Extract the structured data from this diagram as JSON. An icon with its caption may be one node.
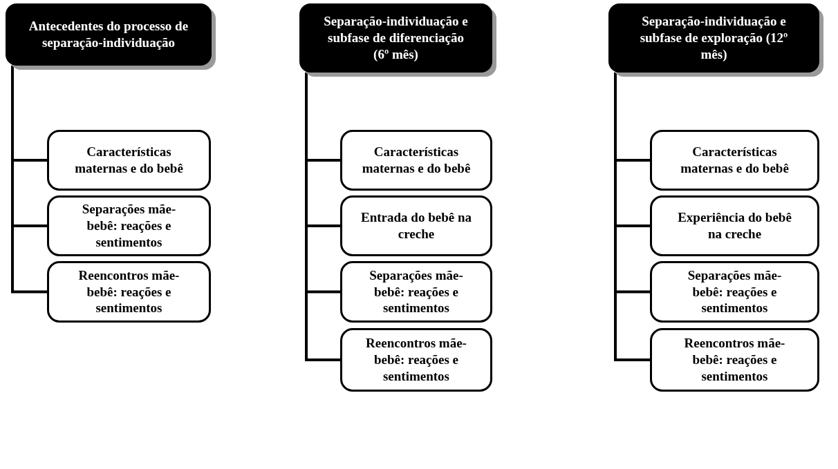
{
  "diagram": {
    "nodes": [
      {
        "text": [
          "Antecedentes do processo de separação-individuação"
        ]
      },
      {
        "text": [
          "Características maternas e do bebê"
        ]
      },
      {
        "text": [
          "Separações mãe-bebê: reações e sentimentos"
        ]
      },
      {
        "text": [
          "Reencontros mãe-bebê: reações e sentimentos"
        ]
      },
      {
        "text": [
          "Separação-individuação e subfase de diferenciação (6º mês)"
        ]
      },
      {
        "text": [
          "Características maternas e do bebê"
        ]
      },
      {
        "text": [
          "Entrada do bebê na creche"
        ]
      },
      {
        "text": [
          "Separações mãe-bebê: reações e sentimentos"
        ]
      },
      {
        "text": [
          "Reencontros mãe-bebê: reações e sentimentos"
        ]
      },
      {
        "text": [
          "Separação-individuação e subfase de exploração (12º mês)"
        ]
      },
      {
        "text": [
          "Características maternas e do bebê"
        ]
      },
      {
        "text": [
          "Experiência do bebê na creche"
        ]
      },
      {
        "text": [
          "Separações mãe-bebê: reações e sentimentos"
        ]
      },
      {
        "text": [
          "Reencontros mãe-bebê: reações e sentimentos"
        ]
      }
    ],
    "edges": [
      {
        "from": 0,
        "to": 1,
        "arrow": "none"
      },
      {
        "from": 0,
        "to": 2,
        "arrow": "none"
      },
      {
        "from": 0,
        "to": 3,
        "arrow": "none"
      },
      {
        "from": 4,
        "to": 5,
        "arrow": "none"
      },
      {
        "from": 4,
        "to": 6,
        "arrow": "none"
      },
      {
        "from": 4,
        "to": 7,
        "arrow": "none"
      },
      {
        "from": 4,
        "to": 8,
        "arrow": "none"
      },
      {
        "from": 9,
        "to": 10,
        "arrow": "none"
      },
      {
        "from": 9,
        "to": 11,
        "arrow": "none"
      },
      {
        "from": 9,
        "to": 12,
        "arrow": "none"
      },
      {
        "from": 9,
        "to": 13,
        "arrow": "none"
      }
    ]
  }
}
